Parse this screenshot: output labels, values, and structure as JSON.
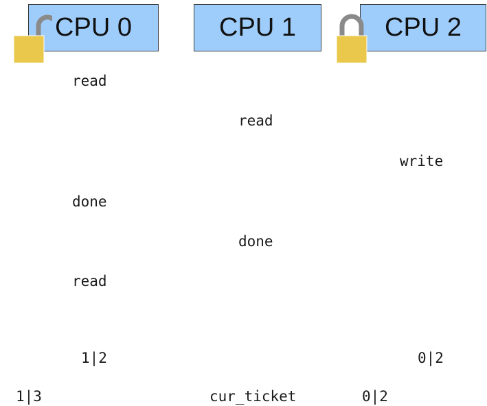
{
  "cpus": [
    {
      "label": "CPU 0",
      "lock_state": "unlocked",
      "lock_color": "#e9c84c"
    },
    {
      "label": "CPU 1"
    },
    {
      "label": "CPU 2",
      "lock_state": "locked",
      "lock_color": "#e9c84c"
    }
  ],
  "colors": {
    "cpu_box_fill": "#9fcdfb",
    "lock_body": "#e9c84c",
    "lock_shackle": "#8a8a8a"
  },
  "operations": {
    "cpu0": [
      "read",
      "done",
      "read"
    ],
    "cpu1": [
      "read",
      "done"
    ],
    "cpu2": [
      "write"
    ]
  },
  "tickets": {
    "cpu0_ticket": "1|2",
    "cpu2_ticket": "0|2",
    "cpu0_value": "1|3",
    "cur_ticket_label": "cur_ticket",
    "cur_ticket_value": "0|2"
  }
}
